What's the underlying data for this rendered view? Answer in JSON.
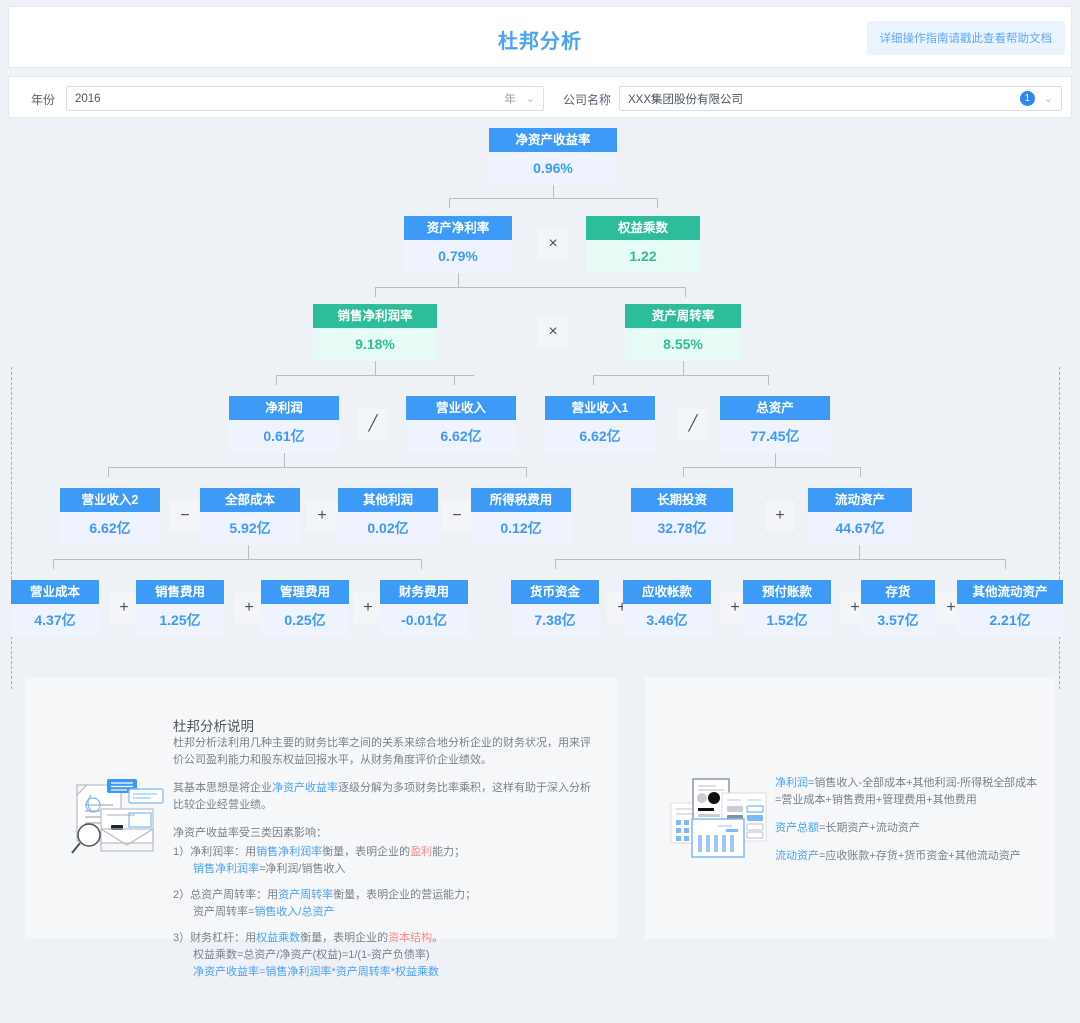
{
  "header": {
    "title": "杜邦分析",
    "help_link": "详细操作指南请戳此查看帮助文档"
  },
  "filters": {
    "year_label": "年份",
    "year_value": "2016",
    "year_suffix": "年",
    "company_label": "公司名称",
    "company_value": "XXX集团股份有限公司",
    "company_badge": "1"
  },
  "colors": {
    "brand_blue": "#3d9bf7",
    "brand_teal": "#2ebd9a",
    "blue_value_bg": "#eef3fd",
    "teal_value_bg": "#e6fbf5",
    "help_bg": "#eaf3fe",
    "dashed_border": "#7cb9f7"
  },
  "tree": {
    "nodes": {
      "roe": {
        "label": "净资产收益率",
        "value": "0.96%"
      },
      "roa": {
        "label": "资产净利率",
        "value": "0.79%"
      },
      "equity_mult": {
        "label": "权益乘数",
        "value": "1.22"
      },
      "net_margin": {
        "label": "销售净利润率",
        "value": "9.18%"
      },
      "asset_turnover": {
        "label": "资产周转率",
        "value": "8.55%"
      },
      "net_profit": {
        "label": "净利润",
        "value": "0.61亿"
      },
      "revenue": {
        "label": "营业收入",
        "value": "6.62亿"
      },
      "revenue1": {
        "label": "营业收入1",
        "value": "6.62亿"
      },
      "total_assets": {
        "label": "总资产",
        "value": "77.45亿"
      },
      "revenue2": {
        "label": "营业收入2",
        "value": "6.62亿"
      },
      "total_cost": {
        "label": "全部成本",
        "value": "5.92亿"
      },
      "other_profit": {
        "label": "其他利润",
        "value": "0.02亿"
      },
      "income_tax": {
        "label": "所得税费用",
        "value": "0.12亿"
      },
      "long_invest": {
        "label": "长期投资",
        "value": "32.78亿"
      },
      "current_assets": {
        "label": "流动资产",
        "value": "44.67亿"
      },
      "op_cost": {
        "label": "营业成本",
        "value": "4.37亿"
      },
      "sales_exp": {
        "label": "销售费用",
        "value": "1.25亿"
      },
      "admin_exp": {
        "label": "管理费用",
        "value": "0.25亿"
      },
      "finance_exp": {
        "label": "财务费用",
        "value": "-0.01亿"
      },
      "cash": {
        "label": "货币资金",
        "value": "7.38亿"
      },
      "receivable": {
        "label": "应收帐款",
        "value": "3.46亿"
      },
      "prepaid": {
        "label": "预付账款",
        "value": "1.52亿"
      },
      "inventory": {
        "label": "存货",
        "value": "3.57亿"
      },
      "other_current": {
        "label": "其他流动资产",
        "value": "2.21亿"
      }
    },
    "operators": {
      "mult_l2": "×",
      "mult_l3": "×",
      "div_l4_a": "╱",
      "div_l4_b": "╱",
      "minus_l5_a": "−",
      "plus_l5_a": "+",
      "minus_l5_b": "−",
      "plus_l5_right": "+",
      "plus_l6_a": "+",
      "plus_l6_b": "+",
      "plus_l6_c": "+",
      "plus_l6_d": "+",
      "plus_l6_e": "+",
      "plus_l6_f": "+",
      "plus_l6_g": "+"
    }
  },
  "explain_panel": {
    "title": "杜邦分析说明",
    "para1": "杜邦分析法利用几种主要的财务比率之间的关系来综合地分析企业的财务状况，用来评价公司盈利能力和股东权益回报水平，从财务角度评价企业绩效。",
    "para2_pre": "其基本思想是将企业",
    "para2_link": "净资产收益率",
    "para2_post": "逐级分解为多项财务比率乘积，这样有助于深入分析比较企业经营业绩。",
    "factors_intro": "净资产收益率受三类因素影响：",
    "item1_num": "1）",
    "item1_pre": "净利润率：用",
    "item1_link": "销售净利润率",
    "item1_mid": "衡量，表明企业的",
    "item1_red": "盈利",
    "item1_post": "能力；",
    "item1_formula_link": "销售净利润率",
    "item1_formula_rest": "=净利润/销售收入",
    "item2_num": "2）",
    "item2_pre": "总资产周转率：用",
    "item2_link": "资产周转率",
    "item2_post": "衡量，表明企业的营运能力；",
    "item2_formula_pre": "资产周转率=",
    "item2_formula_link": "销售收入/总资产",
    "item3_num": "3）",
    "item3_pre": "财务杠杆：用",
    "item3_link": "权益乘数",
    "item3_mid": "衡量，表明企业的",
    "item3_red": "资本结构",
    "item3_post": "。",
    "item3_formula1": "权益乘数=总资产/净资产(权益)=1/(1-资产负债率)",
    "item3_formula2": "净资产收益率=销售净利润率*资产周转率*权益乘数"
  },
  "formula_panel": {
    "f1_link": "净利润",
    "f1_rest": "=销售收入-全部成本+其他利润-所得税",
    "f1_line2": "全部成本=营业成本+销售费用+管理费用+其他费用",
    "f2_link": "资产总额",
    "f2_rest": "=长期资产+流动资产",
    "f3_link": "流动资产",
    "f3_rest": "=应收账款+存货+货币资金+其他流动资产"
  },
  "icons": {
    "chevron_down": "⌄",
    "document_search_illustration": "document-search-illustration",
    "report-cards-illustration": "report-cards-illustration"
  }
}
